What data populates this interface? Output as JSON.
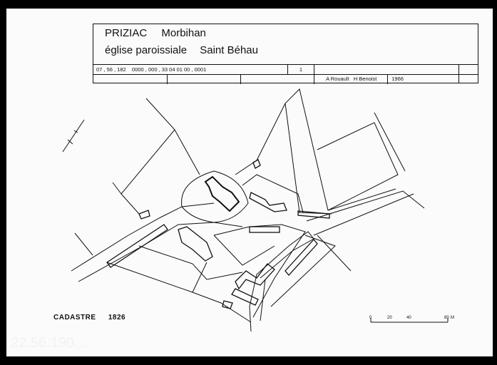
{
  "header": {
    "commune": "PRIZIAC",
    "department": "Morbihan",
    "building": "église paroissiale",
    "name": "Saint Béhau",
    "code": "07 , 56 , 182    0000 , 000 , 33 04 01 00 , 0001",
    "sheet_no": "1",
    "authors": "A Rouault   H Benoist",
    "year": "1966"
  },
  "footer": {
    "source": "CADASTRE",
    "source_year": "1826"
  },
  "scale": {
    "ticks": [
      "0",
      "20",
      "40",
      "80"
    ],
    "unit": "M"
  },
  "watermark": "22.56.190..."
}
